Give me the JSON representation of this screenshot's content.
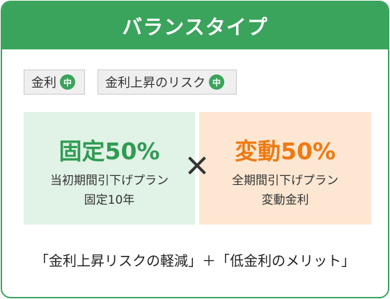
{
  "header": {
    "title": "バランスタイプ"
  },
  "tags": [
    {
      "label": "金利",
      "level": "中"
    },
    {
      "label": "金利上昇のリスク",
      "level": "中"
    }
  ],
  "panels": {
    "fixed": {
      "title": "固定50%",
      "line1": "当初期間引下げプラン",
      "line2": "固定10年"
    },
    "variable": {
      "title": "変動50%",
      "line1": "全期間引下げプラン",
      "line2": "変動金利"
    }
  },
  "footer": {
    "text": "「金利上昇リスクの軽減」＋「低金利のメリット」"
  },
  "icons": {
    "combine": "times-icon",
    "level": "circle-badge"
  },
  "colors": {
    "brand_green": "#3aa35c",
    "fixed_bg": "#e1f2e6",
    "variable_bg": "#fde7d2",
    "variable_accent": "#ee7a12"
  }
}
